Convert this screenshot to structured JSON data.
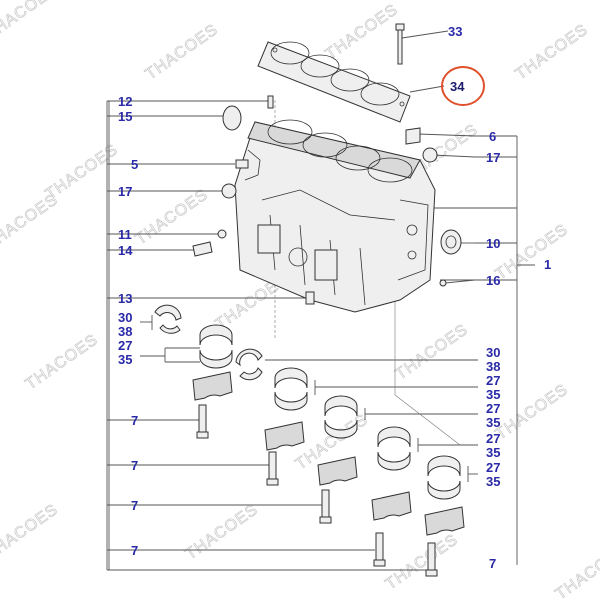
{
  "watermark": "THACOES",
  "highlight_color": "#e0502a",
  "label_color": "#2a2aa8",
  "labels": {
    "l33": "33",
    "l34": "34",
    "l12": "12",
    "l15": "15",
    "l6": "6",
    "l5": "5",
    "l17a": "17",
    "l17b": "17",
    "l11": "11",
    "l14": "14",
    "l10": "10",
    "l1": "1",
    "l16": "16",
    "l13": "13",
    "l30a": "30",
    "l38a": "38",
    "l27a": "27",
    "l35a": "35",
    "l30b": "30",
    "l38b": "38",
    "l27b": "27",
    "l35b": "35",
    "l27c": "27",
    "l35c": "35",
    "l27d": "27",
    "l35d": "35",
    "l27e": "27",
    "l35e": "35",
    "l7a": "7",
    "l7b": "7",
    "l7c": "7",
    "l7d": "7",
    "l7e": "7"
  }
}
